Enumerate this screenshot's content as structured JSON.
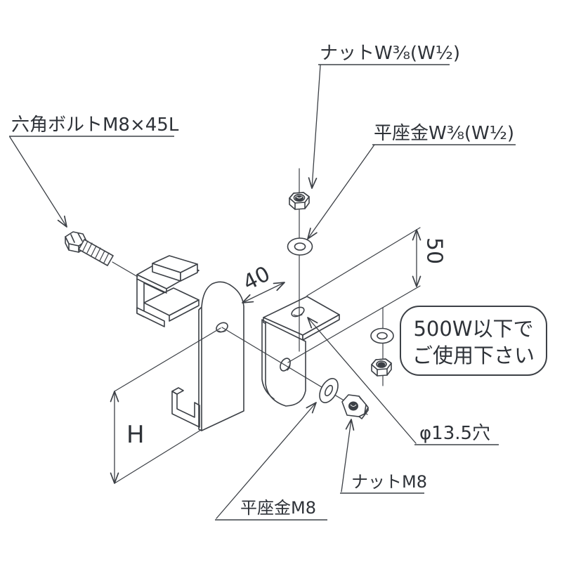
{
  "diagram_type": "exploded-isometric-assembly-drawing",
  "colors": {
    "background": "#ffffff",
    "line": "#3c4046",
    "text": "#2e3238"
  },
  "labels": {
    "hex_bolt": "六角ボルトM8×45L",
    "nut_w": "ナットW³⁄₈(W¹⁄₂)",
    "flat_washer_w": "平座金W³⁄₈(W¹⁄₂)",
    "hole": "φ13.5穴",
    "nut_m8": "ナットM8",
    "flat_washer_m8": "平座金M8"
  },
  "dimensions": {
    "width_top": "40",
    "hole_offset": "50",
    "height": "H"
  },
  "note": {
    "line1": "500W以下で",
    "line2": "ご使用下さい"
  }
}
